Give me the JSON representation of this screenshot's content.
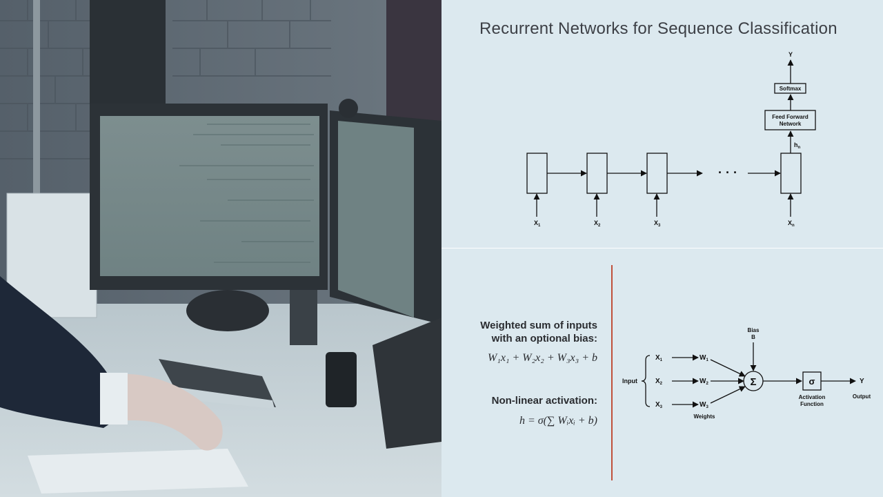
{
  "slide": {
    "title": "Recurrent Networks for Sequence Classification"
  },
  "rnn_diagram": {
    "output_label": "Y",
    "softmax_label": "Softmax",
    "ffn_label_line1": "Feed Forward",
    "ffn_label_line2": "Network",
    "hidden_label": "h",
    "hidden_sub": "n",
    "ellipsis": "· · ·",
    "inputs": [
      {
        "base": "X",
        "sub": "1"
      },
      {
        "base": "X",
        "sub": "2"
      },
      {
        "base": "X",
        "sub": "3"
      },
      {
        "base": "X",
        "sub": "n"
      }
    ]
  },
  "neuron": {
    "weighted_sum_line1": "Weighted sum of inputs",
    "weighted_sum_line2": "with an optional bias:",
    "weighted_sum_formula": "W₁x₁ + W₂x₂ + W₃x₃ + b",
    "activation_heading": "Non-linear activation:",
    "activation_formula": "h = σ(∑ Wᵢxᵢ + b)",
    "input_label": "Input",
    "inputs": [
      {
        "x": "X",
        "x_sub": "1",
        "w": "W",
        "w_sub": "1"
      },
      {
        "x": "X",
        "x_sub": "2",
        "w": "W",
        "w_sub": "2"
      },
      {
        "x": "X",
        "x_sub": "3",
        "w": "W",
        "w_sub": "3"
      }
    ],
    "weights_label": "Weights",
    "bias_line1": "Bias",
    "bias_line2": "B",
    "sum_symbol": "Σ",
    "activation_symbol": "σ",
    "activation_label_line1": "Activation",
    "activation_label_line2": "Function",
    "output_symbol": "Y",
    "output_label": "Output"
  }
}
